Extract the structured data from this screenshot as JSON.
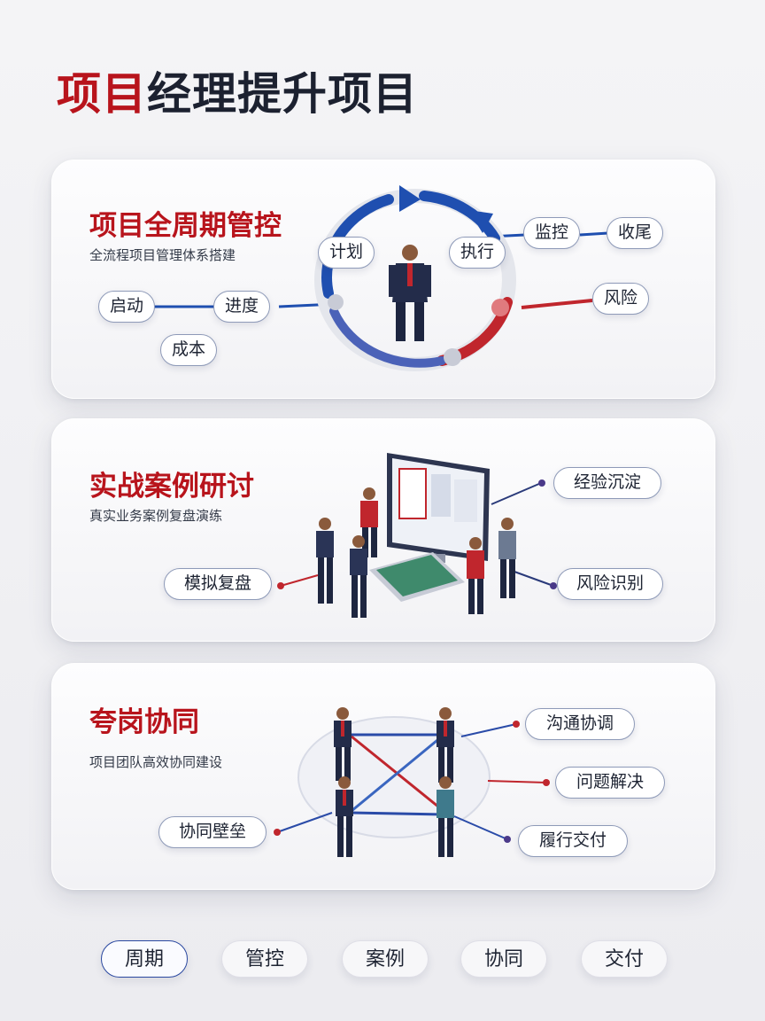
{
  "page_title": {
    "part_red": "项目",
    "part_dark": "经理提升项目"
  },
  "cards": [
    {
      "title": "项目全周期管控",
      "subtitle": "全流程项目管理体系搭建",
      "labels": {
        "plan": "计划",
        "execute": "执行",
        "monitor": "监控",
        "close": "收尾",
        "risk": "风险",
        "start": "启动",
        "progress": "进度",
        "cost": "成本"
      }
    },
    {
      "title": "实战案例研讨",
      "subtitle": "真实业务案例复盘演练",
      "labels": {
        "experience": "经验沉淀",
        "simulate": "模拟复盘",
        "risk_identify": "风险识别"
      }
    },
    {
      "title": "夸岗协同",
      "subtitle": "项目团队高效协同建设",
      "labels": {
        "communicate": "沟通协调",
        "solve": "问题解决",
        "barrier": "协同壁垒",
        "deliver": "履行交付"
      }
    }
  ],
  "tabs": [
    "周期",
    "管控",
    "案例",
    "协同",
    "交付"
  ],
  "colors": {
    "accent_red": "#b8141c",
    "accent_blue": "#1f4fb0",
    "text_dark": "#1c2130"
  }
}
